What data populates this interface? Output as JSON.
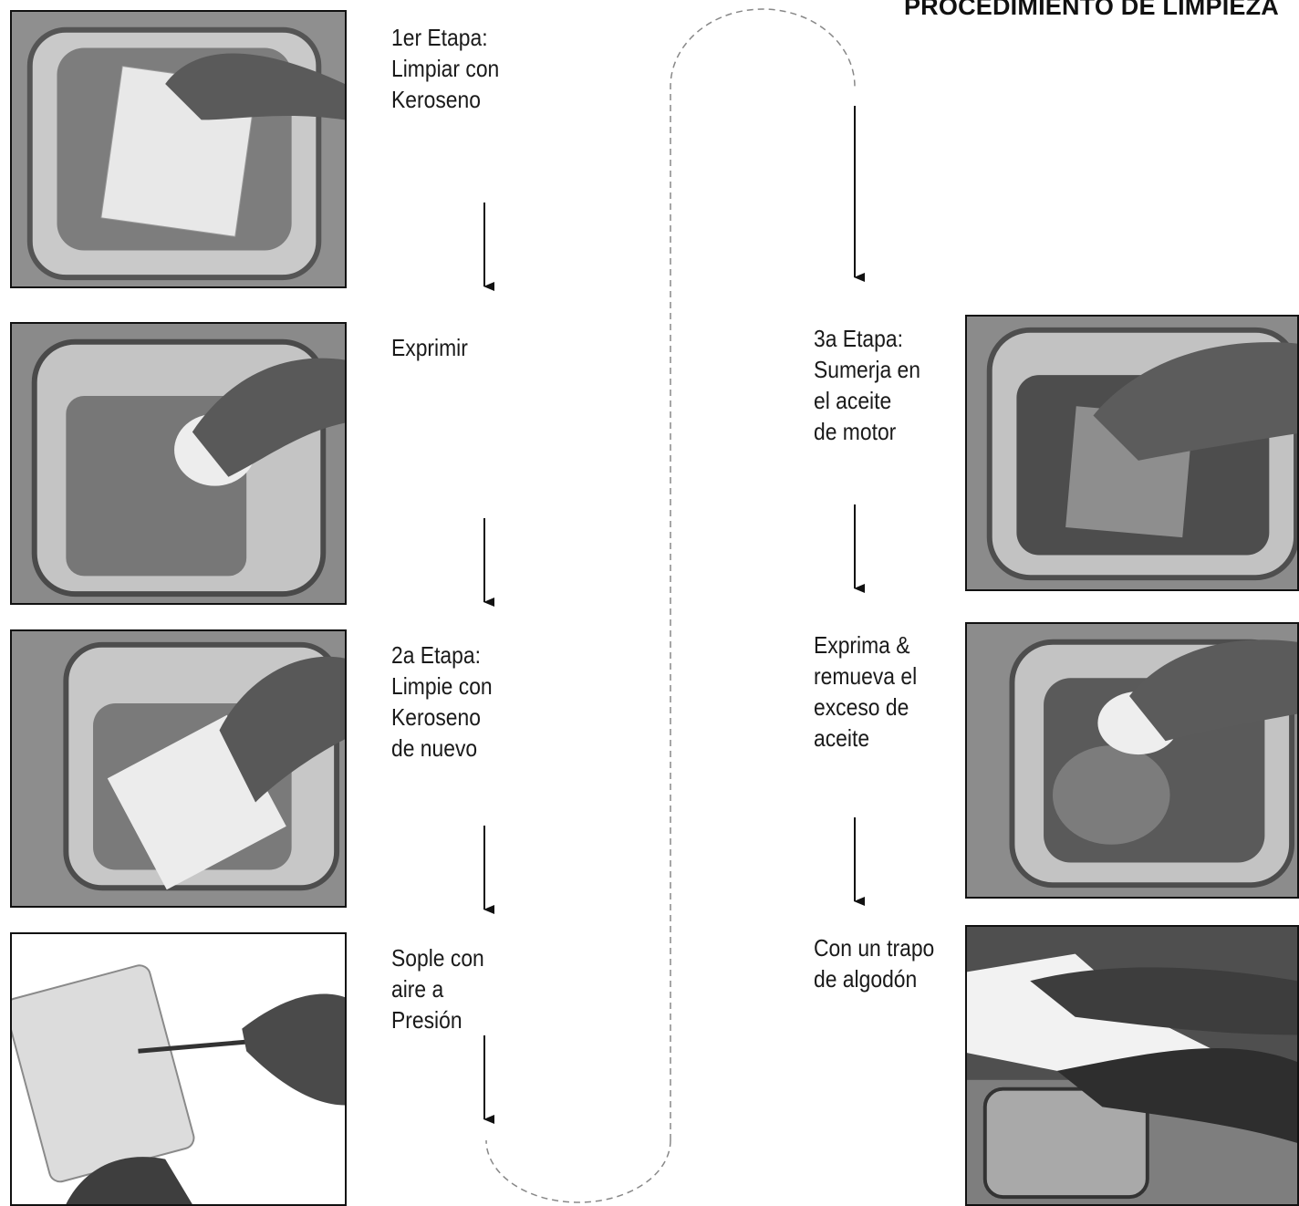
{
  "title": "PROCEDIMIENTO DE LIMPIEZA",
  "steps": [
    {
      "label": "1er Etapa:\nLimpiar con\nKeroseno"
    },
    {
      "label": "Exprimir"
    },
    {
      "label": "2a Etapa:\nLimpie con\nKeroseno\nde nuevo"
    },
    {
      "label": "Sople con\naire a\nPresión"
    },
    {
      "label": "3a Etapa:\nSumerja en\nel aceite\nde motor"
    },
    {
      "label": "Exprima &\nremueva el\nexceso de\naceite"
    },
    {
      "label": "Con un trapo\nde algodón"
    }
  ]
}
